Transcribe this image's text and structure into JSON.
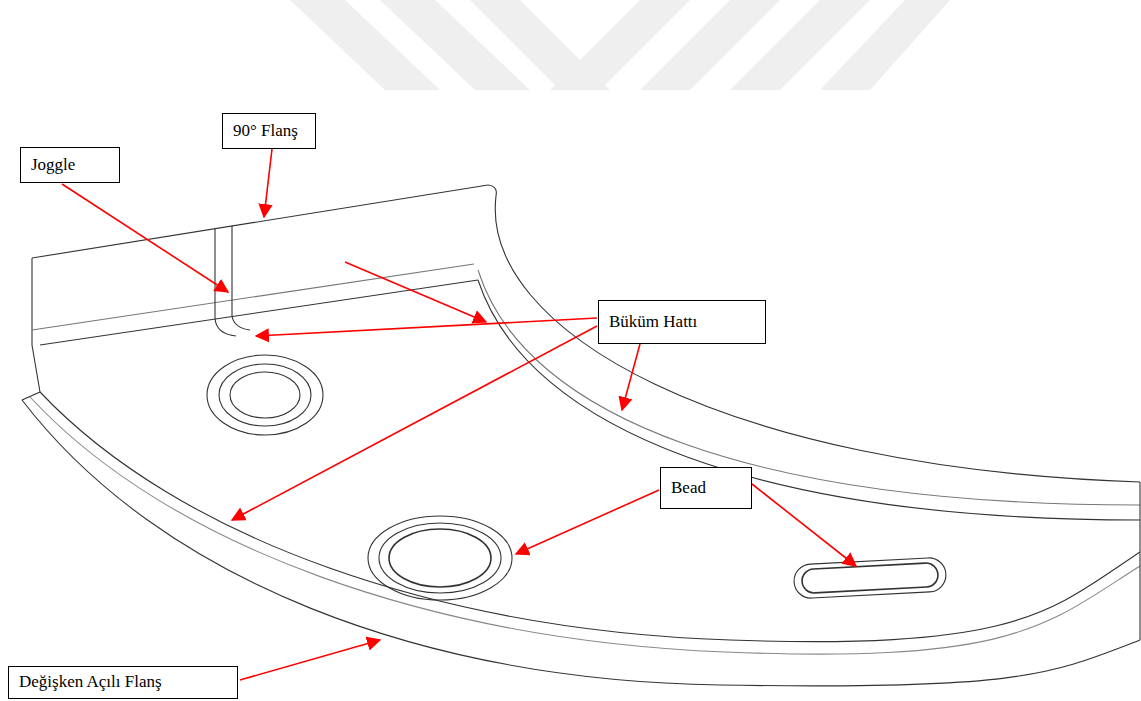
{
  "diagram": {
    "nodes": [
      {
        "text": [
          "90° Flanş"
        ]
      },
      {
        "text": [
          "Joggle"
        ]
      },
      {
        "text": [
          "Büküm Hattı"
        ]
      },
      {
        "text": [
          "Bead"
        ]
      },
      {
        "text": [
          "Değişken Açılı Flanş"
        ]
      }
    ]
  }
}
